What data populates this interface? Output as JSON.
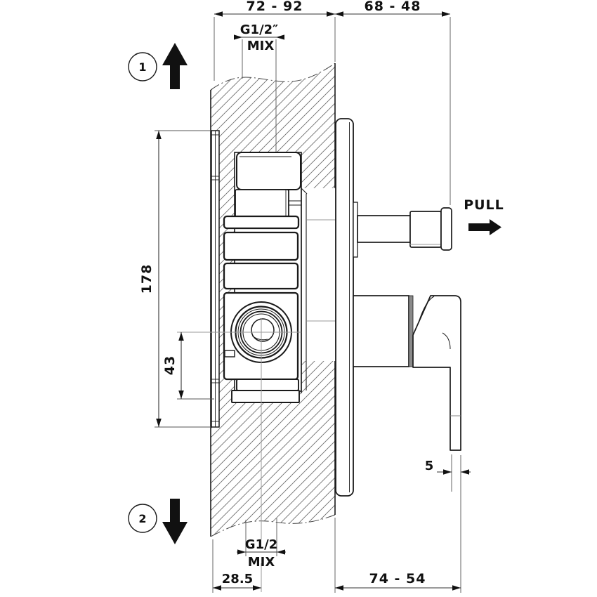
{
  "title": "Concealed shower mixer - installation section drawing",
  "colors": {
    "line": "#1a1a1a",
    "hatch": "#6b6b6b",
    "centerline": "#9a9a9a",
    "dimension": "#333333",
    "arrow_fill": "#111111",
    "background": "#ffffff"
  },
  "markers": {
    "step1": "1",
    "step2": "2"
  },
  "labels": {
    "pull": "PULL",
    "top_port_size": "G1/2″",
    "top_port_name": "MIX",
    "bottom_port_size": "G1/2",
    "bottom_port_name": "MIX"
  },
  "dims": {
    "depth_range": "72 - 92",
    "protrusion_range": "68 - 48",
    "body_height": "178",
    "port_offset": "43",
    "center_offset": "28.5",
    "handle_protrusion_range": "74 - 54",
    "handle_gap": "5"
  }
}
